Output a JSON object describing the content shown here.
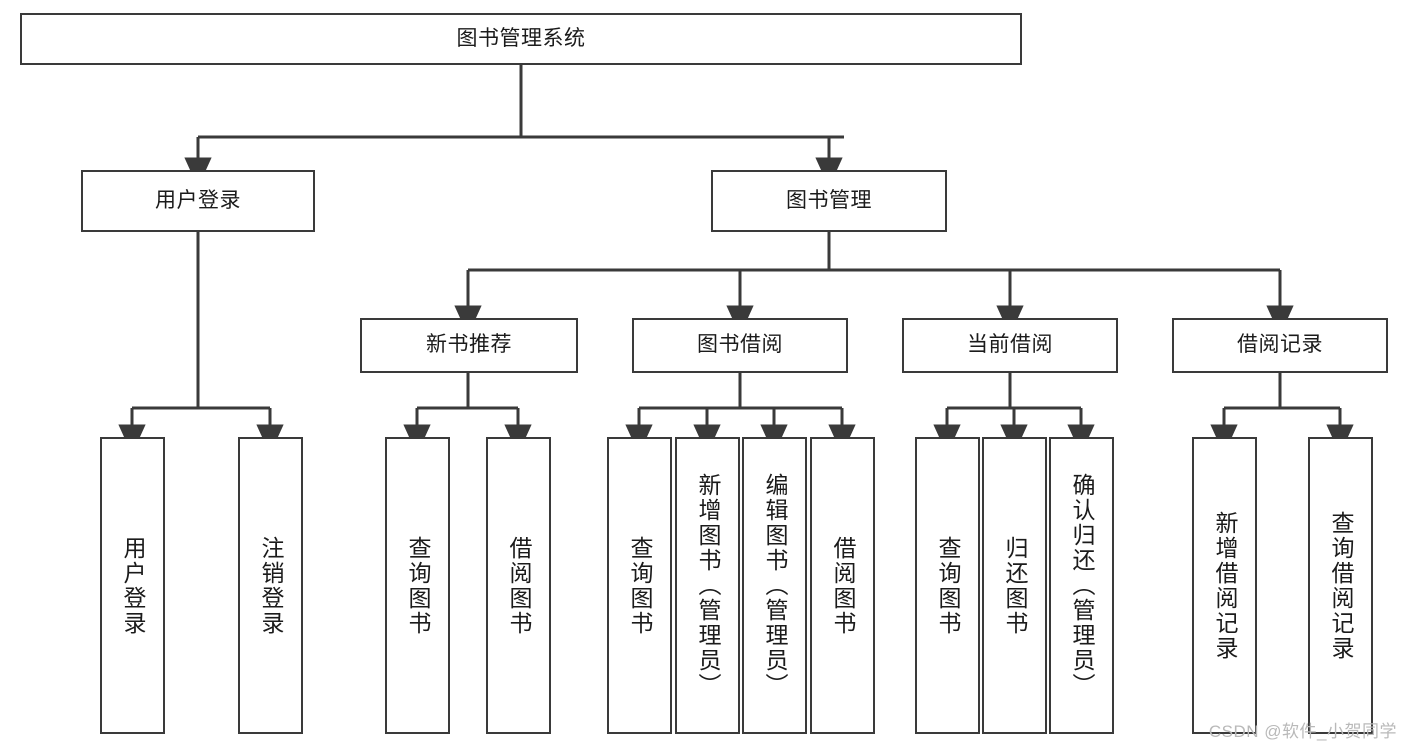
{
  "diagram": {
    "title": "图书管理系统",
    "type": "functional-structure-tree",
    "root": {
      "label": "图书管理系统"
    },
    "level2": [
      {
        "label": "用户登录"
      },
      {
        "label": "图书管理"
      }
    ],
    "level3": [
      {
        "label": "新书推荐"
      },
      {
        "label": "图书借阅"
      },
      {
        "label": "当前借阅"
      },
      {
        "label": "借阅记录"
      }
    ],
    "leaves": {
      "user_login": [
        {
          "label": "用户登录"
        },
        {
          "label": "注销登录"
        }
      ],
      "new_book_recommend": [
        {
          "label": "查询图书"
        },
        {
          "label": "借阅图书"
        }
      ],
      "book_borrow": [
        {
          "label": "查询图书"
        },
        {
          "label": "新增图书（管理员）"
        },
        {
          "label": "编辑图书（管理员）"
        },
        {
          "label": "借阅图书"
        }
      ],
      "current_borrow": [
        {
          "label": "查询图书"
        },
        {
          "label": "归还图书"
        },
        {
          "label": "确认归还（管理员）"
        }
      ],
      "borrow_record": [
        {
          "label": "新增借阅记录"
        },
        {
          "label": "查询借阅记录"
        }
      ]
    }
  },
  "watermark": {
    "text": "CSDN @软件_小贺同学"
  },
  "colors": {
    "border": "#3a3a3a",
    "text": "#1b1b1b",
    "background": "#ffffff",
    "watermark": "#b9b9b9"
  }
}
